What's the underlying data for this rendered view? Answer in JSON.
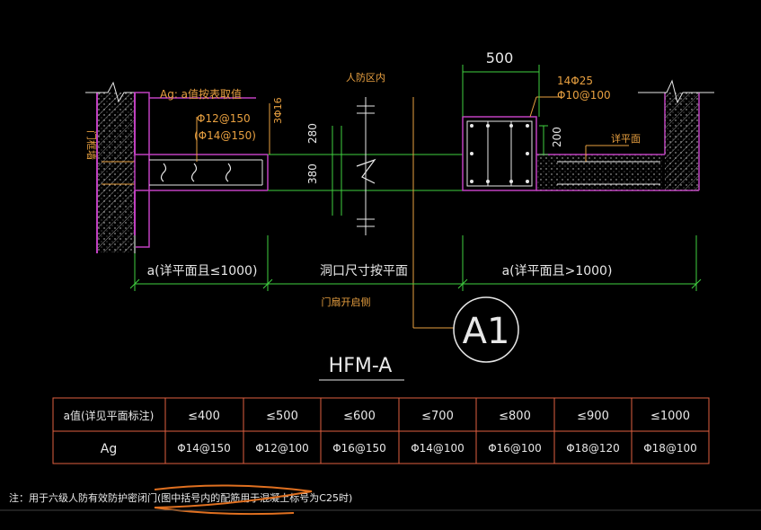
{
  "drawing": {
    "dim_top": "500",
    "label_civil_defense": "人防区内",
    "label_ag_note": "Ag: a值按表取值",
    "rebar_phi12": "Φ12@150",
    "rebar_phi14": "(Φ14@150)",
    "rebar_3phi16": "3Φ16",
    "dim_280": "280",
    "dim_380": "380",
    "rebar_14phi25": "14Φ25",
    "rebar_phi10": "Φ10@100",
    "dim_200": "200",
    "label_see_plan": "详平面",
    "label_wall_side": "门框墙",
    "dim_left": "a(详平面且≤1000)",
    "dim_mid": "洞口尺寸按平面",
    "dim_right": "a(详平面且>1000)",
    "label_door_side": "门扇开启侧",
    "detail_marker": "A1",
    "drawing_title": "HFM-A"
  },
  "table": {
    "row_a_label": "a值(详见平面标注)",
    "row_ag_label": "Ag",
    "a_values": [
      "≤400",
      "≤500",
      "≤600",
      "≤700",
      "≤800",
      "≤900",
      "≤1000"
    ],
    "ag_values": [
      "Φ14@150",
      "Φ12@100",
      "Φ16@150",
      "Φ14@100",
      "Φ16@100",
      "Φ18@120",
      "Φ18@100"
    ]
  },
  "note": {
    "text": "注：用于六级人防有效防护密闭门(图中括号内的配筋用于混凝土标号为C25时)"
  },
  "colors": {
    "background": "#000000",
    "magenta": "#c040c0",
    "green": "#40d040",
    "orange": "#e8a040",
    "white": "#e8e8e8",
    "table_border": "#e06040",
    "highlight": "#e07020"
  }
}
